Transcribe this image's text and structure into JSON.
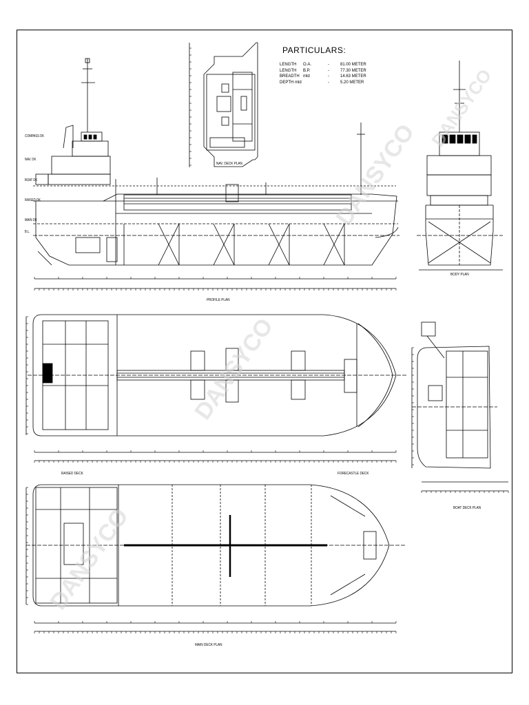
{
  "particulars": {
    "title": "PARTICULARS:",
    "rows": [
      {
        "name": "LENGTH",
        "qualifier": "O.A.",
        "sep": "-",
        "value": "81.00 METER"
      },
      {
        "name": "LENGTH",
        "qualifier": "B.P.",
        "sep": "-",
        "value": "77.30 METER"
      },
      {
        "name": "BREADTH",
        "qualifier": "mld",
        "sep": "-",
        "value": "14.63 METER"
      },
      {
        "name": "DEPTH mld",
        "qualifier": "",
        "sep": "-",
        "value": "5.20 METER"
      }
    ]
  },
  "plans": {
    "nav_deck": "NAV. DECK PLAN",
    "profile": "PROFILE PLAN",
    "body": "BODY PLAN",
    "boat_deck": "BOAT DECK PLAN",
    "main_deck": "MAIN DECK PLAN",
    "raised_deck": "RAISED DECK",
    "forecastle_deck": "FORECASTLE DECK"
  },
  "profile_labels": {
    "compass_deck": "COMPASS DK",
    "nav_deck": "NAV. DK",
    "boat_deck": "BOAT DK",
    "raised_deck": "RAISED DK",
    "main_deck": "MAIN DK",
    "base_line": "B.L."
  },
  "watermark": "DANSYCO"
}
